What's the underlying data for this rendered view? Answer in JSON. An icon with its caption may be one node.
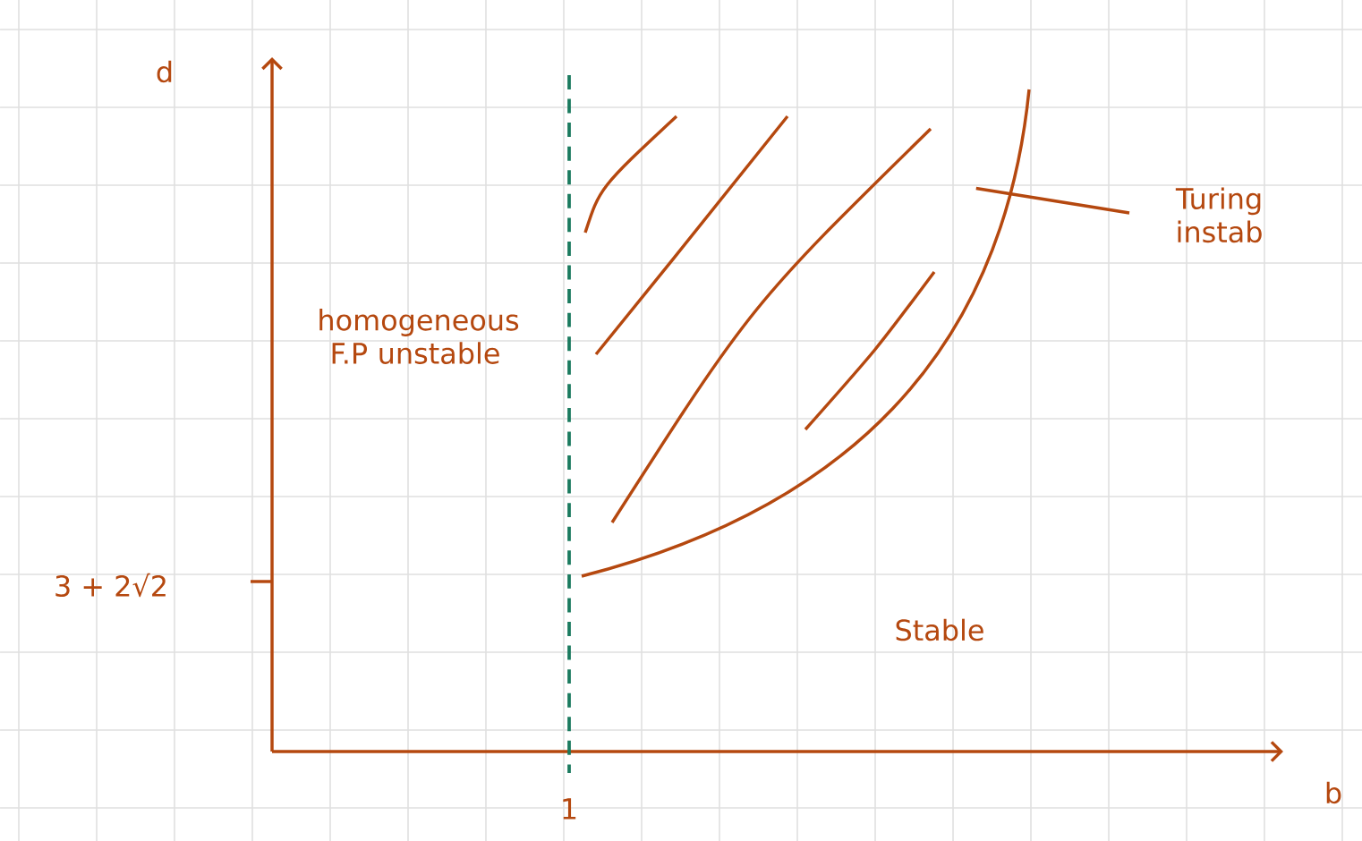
{
  "diagram": {
    "nodes": [
      {
        "text": [
          "Turing instab"
        ]
      },
      {
        "text": [],
        "shape": "curve"
      }
    ],
    "edges": [
      {
        "from": 0,
        "to": 1,
        "arrow": "none"
      }
    ],
    "labels": [
      "d",
      "homogeneous F.P unstable",
      "3 + 2√2",
      "Stable",
      "1",
      "b"
    ]
  }
}
